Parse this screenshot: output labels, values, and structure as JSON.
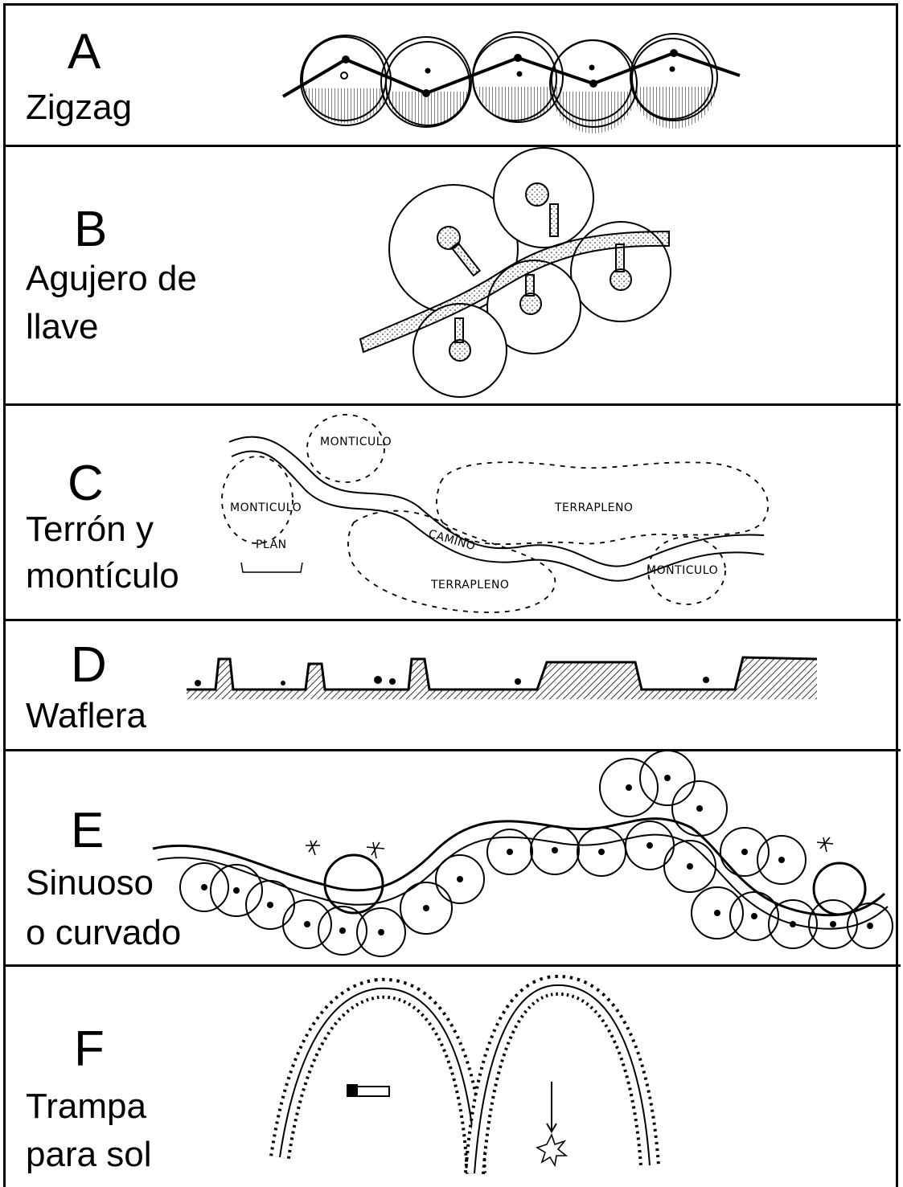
{
  "panels": [
    {
      "letter": "A",
      "label_lines": [
        "Zigzag"
      ]
    },
    {
      "letter": "B",
      "label_lines": [
        "Agujero de",
        "llave"
      ]
    },
    {
      "letter": "C",
      "label_lines": [
        "Terrón y",
        "montículo"
      ]
    },
    {
      "letter": "D",
      "label_lines": [
        "Waflera"
      ]
    },
    {
      "letter": "E",
      "label_lines": [
        "Sinuoso",
        "o curvado"
      ]
    },
    {
      "letter": "F",
      "label_lines": [
        "Trampa",
        "para sol"
      ]
    }
  ],
  "diagram_c": {
    "mound_top": "MONTICULO",
    "mound_left": "MONTICULO",
    "mound_right": "MONTICULO",
    "terrace_top": "TERRAPLENO",
    "terrace_bottom": "TERRAPLENO",
    "path": "CAMINO",
    "plan": "PLAN"
  }
}
